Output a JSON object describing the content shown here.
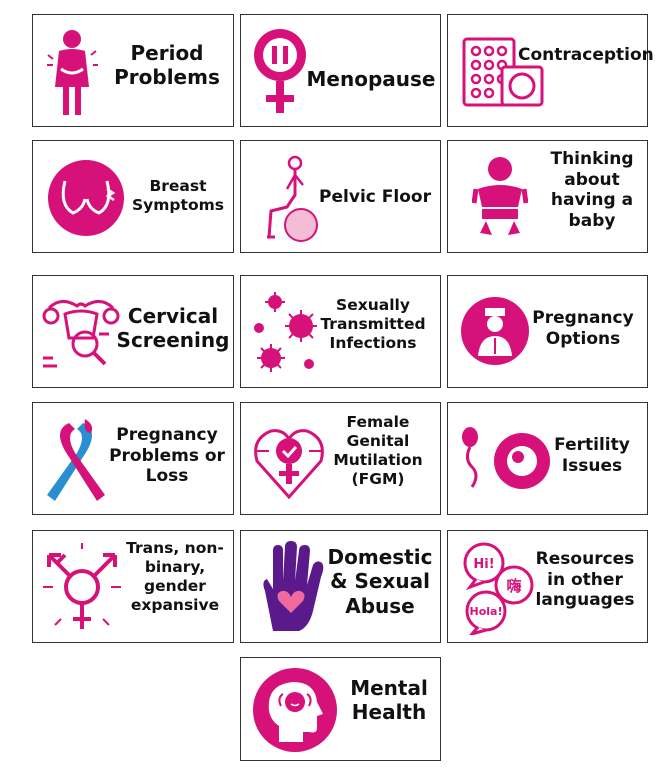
{
  "colors": {
    "accent": "#d6127a",
    "ribbon_blue": "#2a8fd0",
    "hand_purple": "#5b1a8c",
    "heart_pink": "#f06aa0",
    "border": "#333333"
  },
  "tiles": [
    {
      "label": "Period\nProblems",
      "icon": "person-pain-icon"
    },
    {
      "label": "Menopause",
      "icon": "female-pause-icon"
    },
    {
      "label": "Contraception",
      "icon": "pill-pack-icon"
    },
    {
      "label": "Breast\nSymptoms",
      "icon": "breast-icon"
    },
    {
      "label": "Pelvic Floor",
      "icon": "exercise-ball-icon"
    },
    {
      "label": "Thinking\nabout\nhaving a\nbaby",
      "icon": "baby-icon"
    },
    {
      "label": "Cervical\nScreening",
      "icon": "uterus-icon"
    },
    {
      "label": "Sexually\nTransmitted\nInfections",
      "icon": "virus-icon"
    },
    {
      "label": "Pregnancy\nOptions",
      "icon": "nurse-icon"
    },
    {
      "label": "Pregnancy\nProblems or\nLoss",
      "icon": "ribbon-icon"
    },
    {
      "label": "Female\nGenital\nMutilation\n(FGM)",
      "icon": "female-heart-icon"
    },
    {
      "label": "Fertility\nIssues",
      "icon": "sperm-egg-icon"
    },
    {
      "label": "Trans, non-\nbinary,\ngender\nexpansive",
      "icon": "transgender-symbol-icon"
    },
    {
      "label": "Domestic\n& Sexual\nAbuse",
      "icon": "hand-heart-icon"
    },
    {
      "label": "Resources\nin other\nlanguages",
      "icon": "speech-bubbles-icon"
    },
    {
      "label": "Mental\nHealth",
      "icon": "head-mind-icon"
    }
  ],
  "bubbles": {
    "hi": "Hi!",
    "hai": "嗨",
    "hola": "Hola!"
  }
}
